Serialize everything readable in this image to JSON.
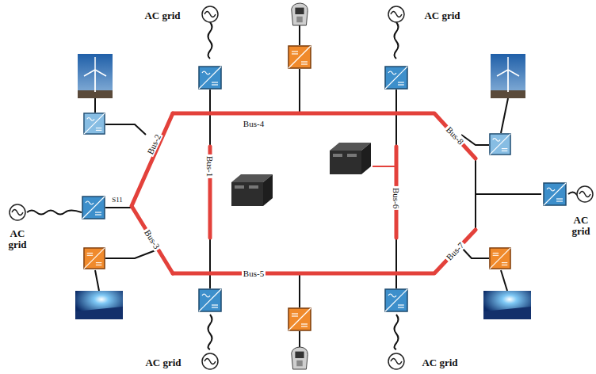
{
  "diagram": {
    "labels": [
      "AC grid",
      "AC grid",
      "Bus-2",
      "Bus-4",
      "Bus-8",
      "S11",
      "AC grid",
      "Bus-1",
      "Bus-6",
      "AC grid",
      "Bus-3",
      "Bus-7",
      "Bus-5",
      "AC grid",
      "AC grid"
    ]
  }
}
